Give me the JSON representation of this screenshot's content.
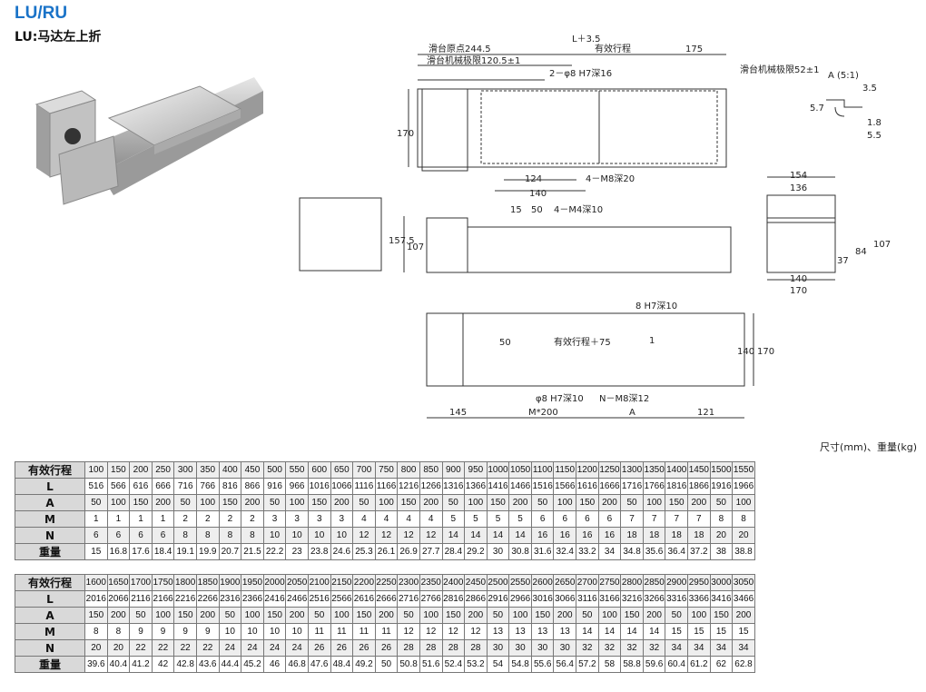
{
  "title": "LU/RU",
  "subtitle": "LU:马达左上折",
  "units": "尺寸(mm)、重量(kg)",
  "drawing": {
    "top_dims": [
      "L＋3.5",
      "滑台原点244.5",
      "有效行程",
      "175",
      "滑台机械极限120.5±1",
      "2－φ8 H7深16",
      "滑台机械极限52±1",
      "A (5:1)",
      "3.5",
      "5.7",
      "1.8",
      "5.5",
      "170",
      "124",
      "140",
      "4－M8深20"
    ],
    "mid_dims": [
      "15",
      "50",
      "4－M4深10",
      "157.5",
      "107",
      "154",
      "136",
      "140",
      "170",
      "37",
      "84",
      "107"
    ],
    "bot_dims": [
      "8 H7深10",
      "50",
      "有效行程＋75",
      "1",
      "140",
      "170",
      "φ8 H7深10",
      "N－M8深12",
      "145",
      "M*200",
      "A",
      "121"
    ]
  },
  "row_labels": [
    "有效行程",
    "L",
    "A",
    "M",
    "N",
    "重量"
  ],
  "table1": {
    "stroke": [
      "100",
      "150",
      "200",
      "250",
      "300",
      "350",
      "400",
      "450",
      "500",
      "550",
      "600",
      "650",
      "700",
      "750",
      "800",
      "850",
      "900",
      "950",
      "1000",
      "1050",
      "1100",
      "1150",
      "1200",
      "1250",
      "1300",
      "1350",
      "1400",
      "1450",
      "1500",
      "1550"
    ],
    "L": [
      "516",
      "566",
      "616",
      "666",
      "716",
      "766",
      "816",
      "866",
      "916",
      "966",
      "1016",
      "1066",
      "1116",
      "1166",
      "1216",
      "1266",
      "1316",
      "1366",
      "1416",
      "1466",
      "1516",
      "1566",
      "1616",
      "1666",
      "1716",
      "1766",
      "1816",
      "1866",
      "1916",
      "1966"
    ],
    "A": [
      "50",
      "100",
      "150",
      "200",
      "50",
      "100",
      "150",
      "200",
      "50",
      "100",
      "150",
      "200",
      "50",
      "100",
      "150",
      "200",
      "50",
      "100",
      "150",
      "200",
      "50",
      "100",
      "150",
      "200",
      "50",
      "100",
      "150",
      "200",
      "50",
      "100"
    ],
    "M": [
      "1",
      "1",
      "1",
      "1",
      "2",
      "2",
      "2",
      "2",
      "3",
      "3",
      "3",
      "3",
      "4",
      "4",
      "4",
      "4",
      "5",
      "5",
      "5",
      "5",
      "6",
      "6",
      "6",
      "6",
      "7",
      "7",
      "7",
      "7",
      "8",
      "8"
    ],
    "N": [
      "6",
      "6",
      "6",
      "6",
      "8",
      "8",
      "8",
      "8",
      "10",
      "10",
      "10",
      "10",
      "12",
      "12",
      "12",
      "12",
      "14",
      "14",
      "14",
      "14",
      "16",
      "16",
      "16",
      "16",
      "18",
      "18",
      "18",
      "18",
      "20",
      "20"
    ],
    "W": [
      "15",
      "16.8",
      "17.6",
      "18.4",
      "19.1",
      "19.9",
      "20.7",
      "21.5",
      "22.2",
      "23",
      "23.8",
      "24.6",
      "25.3",
      "26.1",
      "26.9",
      "27.7",
      "28.4",
      "29.2",
      "30",
      "30.8",
      "31.6",
      "32.4",
      "33.2",
      "34",
      "34.8",
      "35.6",
      "36.4",
      "37.2",
      "38",
      "38.8"
    ]
  },
  "table2": {
    "stroke": [
      "1600",
      "1650",
      "1700",
      "1750",
      "1800",
      "1850",
      "1900",
      "1950",
      "2000",
      "2050",
      "2100",
      "2150",
      "2200",
      "2250",
      "2300",
      "2350",
      "2400",
      "2450",
      "2500",
      "2550",
      "2600",
      "2650",
      "2700",
      "2750",
      "2800",
      "2850",
      "2900",
      "2950",
      "3000",
      "3050"
    ],
    "L": [
      "2016",
      "2066",
      "2116",
      "2166",
      "2216",
      "2266",
      "2316",
      "2366",
      "2416",
      "2466",
      "2516",
      "2566",
      "2616",
      "2666",
      "2716",
      "2766",
      "2816",
      "2866",
      "2916",
      "2966",
      "3016",
      "3066",
      "3116",
      "3166",
      "3216",
      "3266",
      "3316",
      "3366",
      "3416",
      "3466"
    ],
    "A": [
      "150",
      "200",
      "50",
      "100",
      "150",
      "200",
      "50",
      "100",
      "150",
      "200",
      "50",
      "100",
      "150",
      "200",
      "50",
      "100",
      "150",
      "200",
      "50",
      "100",
      "150",
      "200",
      "50",
      "100",
      "150",
      "200",
      "50",
      "100",
      "150",
      "200"
    ],
    "M": [
      "8",
      "8",
      "9",
      "9",
      "9",
      "9",
      "10",
      "10",
      "10",
      "10",
      "11",
      "11",
      "11",
      "11",
      "12",
      "12",
      "12",
      "12",
      "13",
      "13",
      "13",
      "13",
      "14",
      "14",
      "14",
      "14",
      "15",
      "15",
      "15",
      "15"
    ],
    "N": [
      "20",
      "20",
      "22",
      "22",
      "22",
      "22",
      "24",
      "24",
      "24",
      "24",
      "26",
      "26",
      "26",
      "26",
      "28",
      "28",
      "28",
      "28",
      "30",
      "30",
      "30",
      "30",
      "32",
      "32",
      "32",
      "32",
      "34",
      "34",
      "34",
      "34"
    ],
    "W": [
      "39.6",
      "40.4",
      "41.2",
      "42",
      "42.8",
      "43.6",
      "44.4",
      "45.2",
      "46",
      "46.8",
      "47.6",
      "48.4",
      "49.2",
      "50",
      "50.8",
      "51.6",
      "52.4",
      "53.2",
      "54",
      "54.8",
      "55.6",
      "56.4",
      "57.2",
      "58",
      "58.8",
      "59.6",
      "60.4",
      "61.2",
      "62",
      "62.8"
    ]
  }
}
